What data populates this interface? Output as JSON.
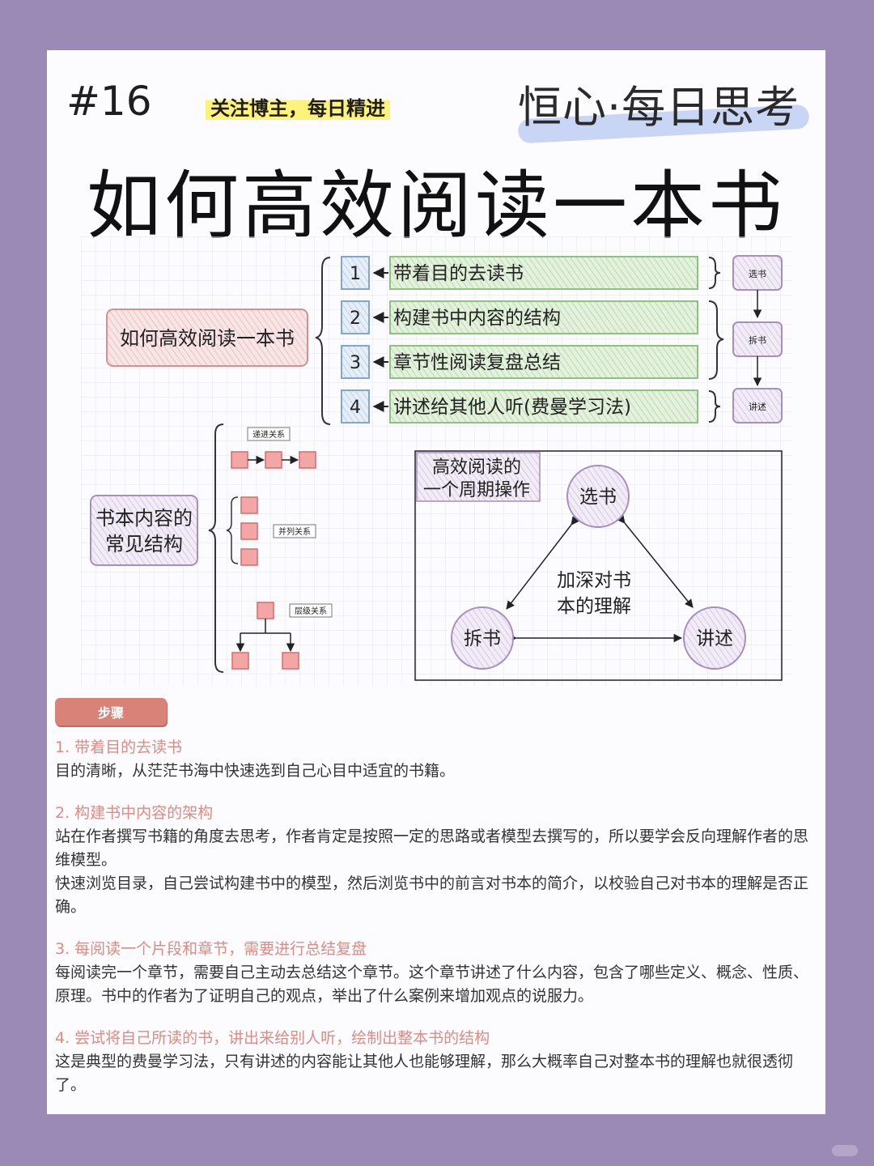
{
  "header": {
    "issue": "#16",
    "follow": "关注博主，每日精进",
    "brand": "恒心·每日思考",
    "title": "如何高效阅读一本书"
  },
  "diagram": {
    "root": "如何高效阅读一本书",
    "steps": [
      {
        "num": "1",
        "text": "带着目的去读书"
      },
      {
        "num": "2",
        "text": "构建书中内容的结构"
      },
      {
        "num": "3",
        "text": "章节性阅读复盘总结"
      },
      {
        "num": "4",
        "text": "讲述给其他人听(费曼学习法)"
      }
    ],
    "phases": [
      "选书",
      "拆书",
      "讲述"
    ],
    "structure_title": "书本内容的常见结构",
    "structure_title_lines": [
      "书本内容的",
      "常见结构"
    ],
    "relations": [
      "递进关系",
      "并列关系",
      "层级关系"
    ],
    "cycle_title_lines": [
      "高效阅读的",
      "一个周期操作"
    ],
    "cycle_nodes": [
      "选书",
      "拆书",
      "讲述"
    ],
    "cycle_center_lines": [
      "加深对书",
      "本的理解"
    ]
  },
  "steps_label": "步骤",
  "sections": [
    {
      "title": "1. 带着目的去读书",
      "paragraphs": [
        "目的清晰，从茫茫书海中快速选到自己心目中适宜的书籍。"
      ]
    },
    {
      "title": "2. 构建书中内容的架构",
      "paragraphs": [
        "站在作者撰写书籍的角度去思考，作者肯定是按照一定的思路或者模型去撰写的，所以要学会反向理解作者的思维模型。",
        "快速浏览目录，自己尝试构建书中的模型，然后浏览书中的前言对书本的简介，以校验自己对书本的理解是否正确。"
      ]
    },
    {
      "title": "3. 每阅读一个片段和章节，需要进行总结复盘",
      "paragraphs": [
        "每阅读完一个章节，需要自己主动去总结这个章节。这个章节讲述了什么内容，包含了哪些定义、概念、性质、原理。书中的作者为了证明自己的观点，举出了什么案例来增加观点的说服力。"
      ]
    },
    {
      "title": "4. 尝试将自己所读的书，讲出来给别人听，绘制出整本书的结构",
      "paragraphs": [
        "这是典型的费曼学习法，只有讲述的内容能让其他人也能够理解，那么大概率自己对整本书的理解也就很透彻了。"
      ]
    }
  ],
  "colors": {
    "background": "#9b8ab5",
    "card": "#fcfbfe",
    "accent": "#d98378",
    "section_title": "#e08a82",
    "root_box": "#f6dada",
    "step_box": "#d8ecd2",
    "num_box": "#dfe9f6",
    "phase_box": "#ebe4f3",
    "relation_square": "#f2a6a6"
  }
}
